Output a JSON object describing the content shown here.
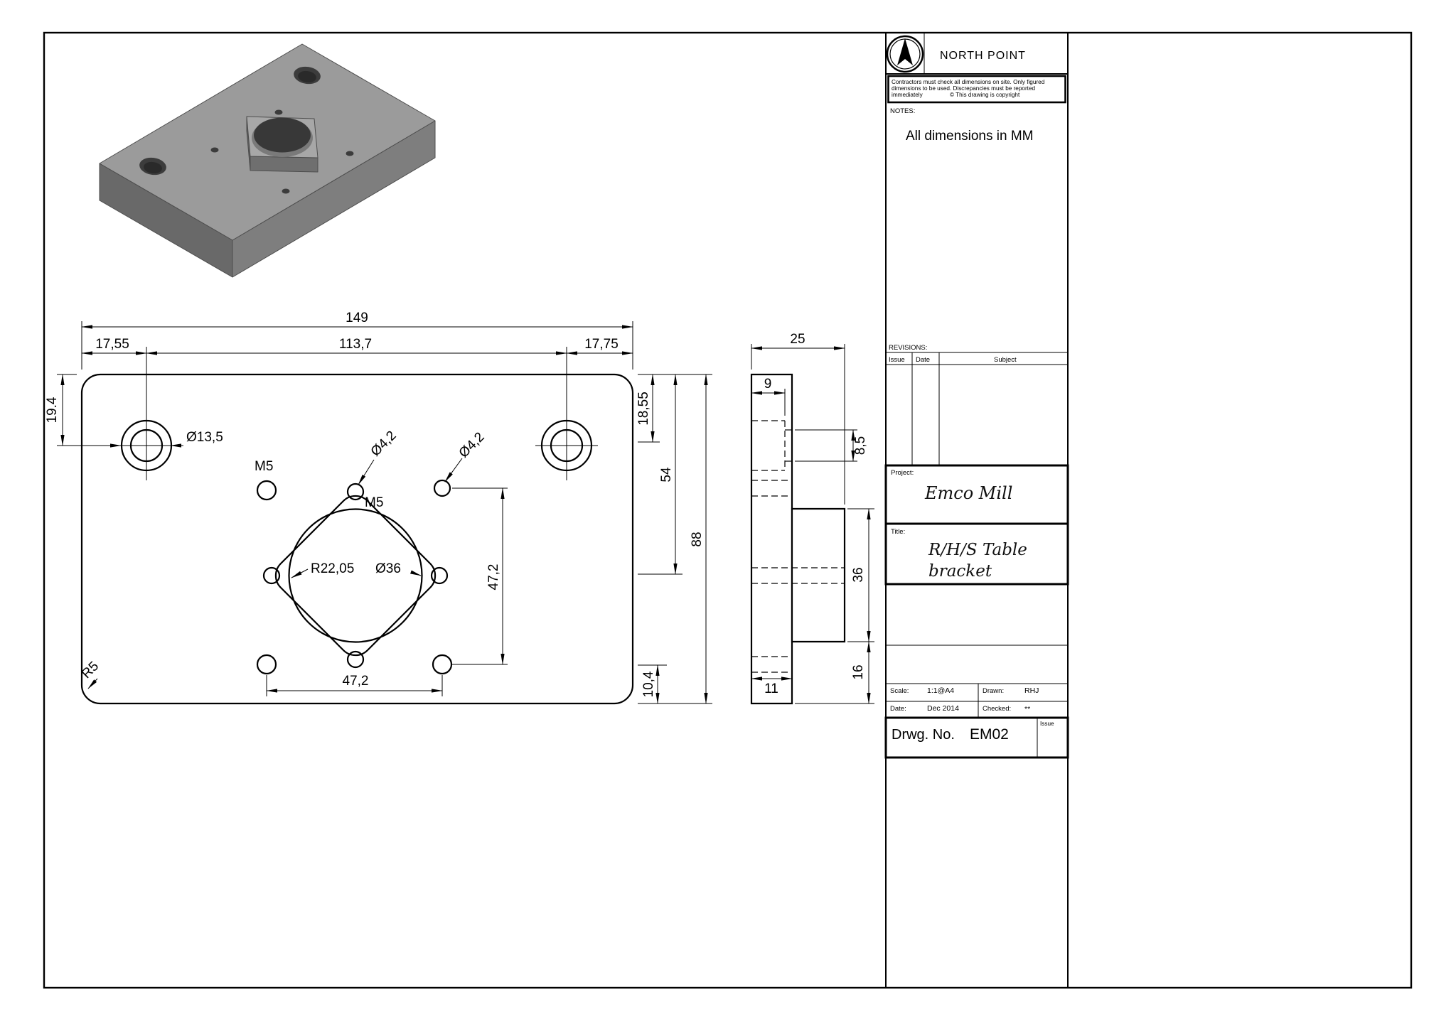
{
  "title_block": {
    "north_point": "NORTH POINT",
    "disclaimer_line1": "Contractors must check all dimensions on site. Only figured",
    "disclaimer_line2": "dimensions to be used. Discrepancies must be reported",
    "disclaimer_line3": "immediately",
    "copyright": "© This drawing is copyright",
    "notes_label": "NOTES:",
    "notes": "All dimensions in MM",
    "revisions_label": "REVISIONS:",
    "rev_col_issue": "Issue",
    "rev_col_date": "Date",
    "rev_col_subject": "Subject",
    "project_label": "Project:",
    "project": "Emco Mill",
    "title_label": "Title:",
    "title_line1": "R/H/S Table",
    "title_line2": "bracket",
    "scale_label": "Scale:",
    "scale": "1:1@A4",
    "drawn_label": "Drawn:",
    "drawn": "RHJ",
    "date_label": "Date:",
    "date": "Dec 2014",
    "checked_label": "Checked:",
    "checked": "**",
    "drwg_no_label": "Drwg. No.",
    "drwg_no": "EM02",
    "issue_label": "Issue"
  },
  "front_view": {
    "dim_overall_width": "149",
    "dim_left": "17,55",
    "dim_center": "113,7",
    "dim_right": "17,75",
    "dim_top_left": "19.4",
    "dim_hole": "Ø13,5",
    "label_m5_left": "M5",
    "label_m5_mid": "M5",
    "dim_small_hole_1": "Ø4,2",
    "dim_small_hole_2": "Ø4,2",
    "dim_boss_radius": "R22,05",
    "dim_bore": "Ø36",
    "dim_bolt_h": "47,2",
    "dim_bolt_v": "47,2",
    "dim_right_top": "18,55",
    "dim_right_mid": "54",
    "dim_height": "88",
    "dim_right_bottom": "10,4",
    "dim_corner": "R5"
  },
  "side_view": {
    "dim_width": "25",
    "dim_step": "9",
    "dim_hole": "8,5",
    "dim_boss_height": "36",
    "dim_bottom_right": "16",
    "dim_bottom": "11"
  },
  "colors": {
    "iso_top": "#9b9b9b",
    "iso_left": "#696969",
    "iso_right": "#7e7e7e",
    "iso_boss_top": "#a7a7a7",
    "iso_boss_side": "#6f6f6f",
    "iso_boss_side2": "#606060",
    "iso_hole": "#3c3c3c",
    "iso_hole_dark": "#2a2a2a",
    "iso_bore_wall": "#7a7a7a",
    "iso_bore": "#383838"
  }
}
